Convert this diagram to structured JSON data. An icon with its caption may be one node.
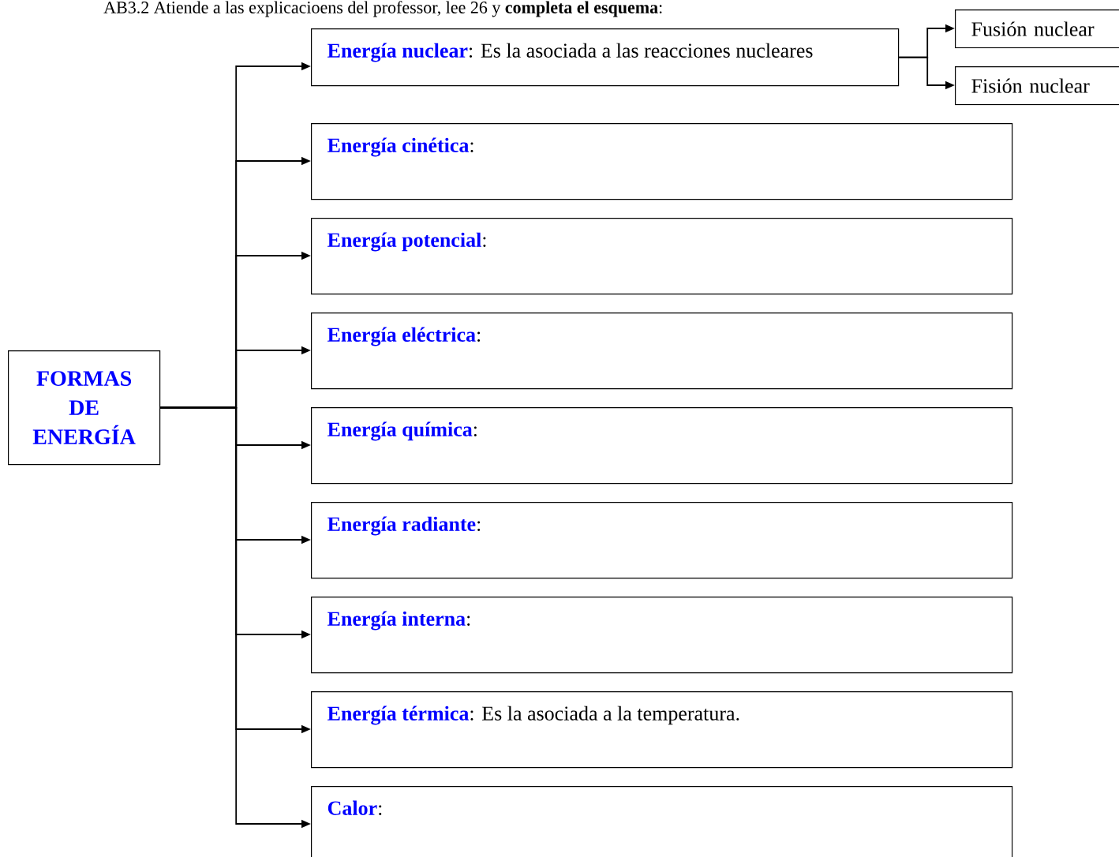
{
  "diagram": {
    "title": "AB3.2 Atiende a las explicacioens del professor, lee 26 y **completa el esquema**:",
    "nodes": [
      {
        "text": [
          "FORMAS DE ENERGÍA"
        ]
      },
      {
        "text": [
          "**Energía nuclear**: Es la asociada a las reacciones nucleares"
        ]
      },
      {
        "text": [
          "Fusión nuclear"
        ]
      },
      {
        "text": [
          "Fisión nuclear"
        ]
      },
      {
        "text": [
          "**Energía cinética**:"
        ]
      },
      {
        "text": [
          "**Energía potencial**:"
        ]
      },
      {
        "text": [
          "**Energía eléctrica**:"
        ]
      },
      {
        "text": [
          "**Energía química**:"
        ]
      },
      {
        "text": [
          "**Energía radiante**:"
        ]
      },
      {
        "text": [
          "**Energía interna**:"
        ]
      },
      {
        "text": [
          "**Energía térmica**: Es la asociada a la temperatura."
        ]
      },
      {
        "text": [
          "**Calor**:"
        ]
      }
    ],
    "edges": [
      {
        "from": 0,
        "to": 1,
        "arrow": "to"
      },
      {
        "from": 1,
        "to": 2,
        "arrow": "to"
      },
      {
        "from": 1,
        "to": 3,
        "arrow": "to"
      },
      {
        "from": 0,
        "to": 4,
        "arrow": "to"
      },
      {
        "from": 0,
        "to": 5,
        "arrow": "to"
      },
      {
        "from": 0,
        "to": 6,
        "arrow": "to"
      },
      {
        "from": 0,
        "to": 7,
        "arrow": "to"
      },
      {
        "from": 0,
        "to": 8,
        "arrow": "to"
      },
      {
        "from": 0,
        "to": 9,
        "arrow": "to"
      },
      {
        "from": 0,
        "to": 10,
        "arrow": "to"
      },
      {
        "from": 0,
        "to": 11,
        "arrow": "to"
      }
    ]
  }
}
